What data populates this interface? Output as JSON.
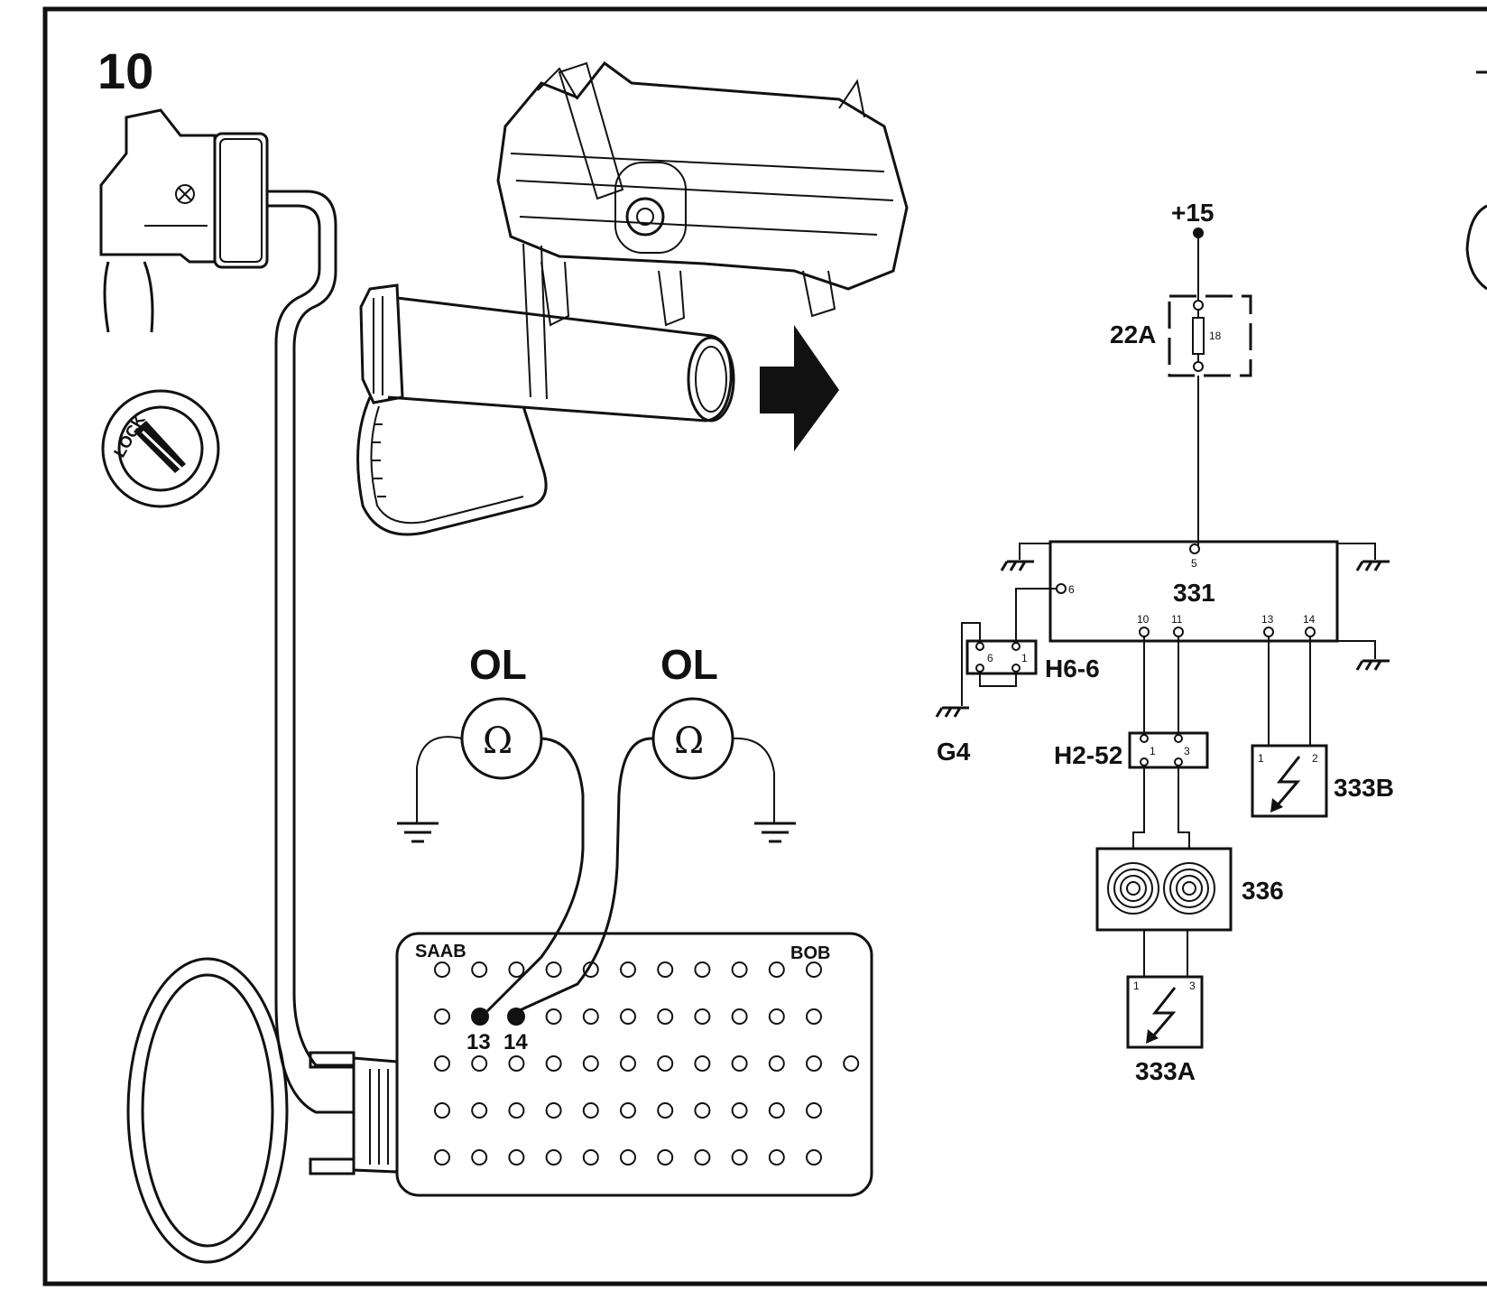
{
  "step_number": "10",
  "ignition_lock_label": "LOCK",
  "bob": {
    "brand_label": "SAAB",
    "name_label": "BOB",
    "pin_a": "13",
    "pin_b": "14"
  },
  "ohmmeters": [
    {
      "reading": "OL",
      "unit": "Ω"
    },
    {
      "reading": "OL",
      "unit": "Ω"
    }
  ],
  "schematic": {
    "supply": "+15",
    "fuse_label": "22A",
    "fuse_number": "18",
    "control_module": "331",
    "module_pins": {
      "p5": "5",
      "p6": "6",
      "p10": "10",
      "p11": "11",
      "p13": "13",
      "p14": "14"
    },
    "connector_h6": "H6-6",
    "connector_h6_pins": {
      "left": "6",
      "right": "1"
    },
    "ground_g4": "G4",
    "connector_h2": "H2-52",
    "connector_h2_pins": {
      "left": "1",
      "right": "3"
    },
    "contact_reel": "336",
    "airbag_333a": "333A",
    "airbag_333a_pins": {
      "left": "1",
      "right": "3"
    },
    "airbag_333b": "333B",
    "airbag_333b_pins": {
      "left": "1",
      "right": "2"
    }
  }
}
